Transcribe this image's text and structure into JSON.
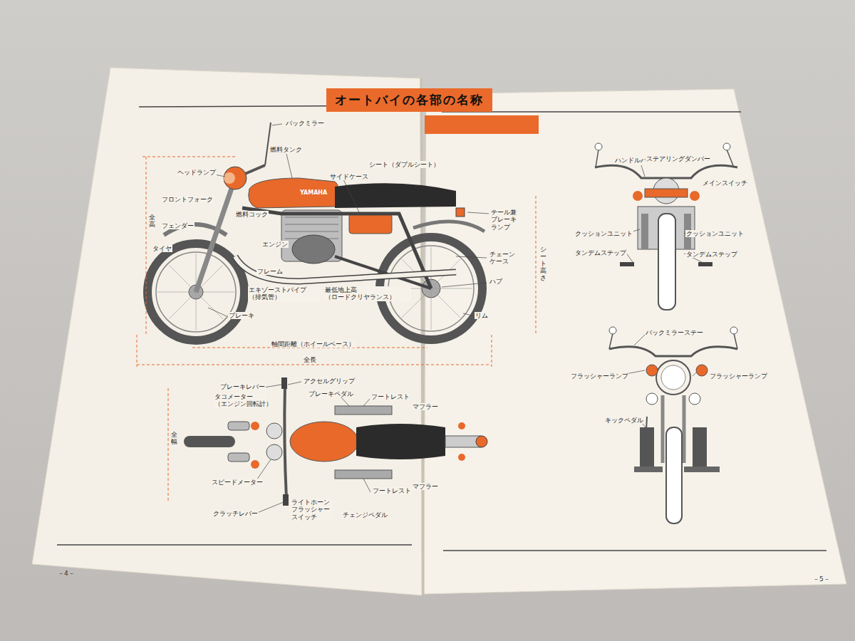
{
  "diagram": {
    "title": "オートバイの各部の名称",
    "labels": [
      "バックミラー",
      "燃料タンク",
      "ヘッドランプ",
      "サイドケース",
      "シート（ダブルシート）",
      "フロントフォーク",
      "燃料コック",
      "テール兼 ブレーキ ランプ",
      "フェンダー",
      "エンジン",
      "フレーム",
      "タイヤ",
      "チェーン ケース",
      "ハブ",
      "シート高さ",
      "全高",
      "エキゾーストパイプ （排気管）",
      "最低地上高 （ロードクリヤランス）",
      "ブレーキ",
      "リム",
      "軸間距離（ホイールベース）",
      "全長",
      "ブレーキレバー",
      "アクセルグリップ",
      "タコメーター （エンジン回転計）",
      "ブレーキペダル",
      "フートレスト",
      "マフラー",
      "全幅",
      "スピードメーター",
      "クラッチレバー",
      "ライトホーン フラッシャー スイッチ",
      "フートレスト",
      "チェンジペダル",
      "マフラー",
      "ハンドルバー",
      "ステアリングダンパー",
      "メインスイッチ",
      "クッションユニット",
      "クッションユニット",
      "タンデムステップ",
      "タンデムステップ",
      "バックミラーステー",
      "フラッシャーランプ",
      "フラッシャーランプ",
      "キックペダル",
      "YAMAHA",
      "－4－",
      "－5－"
    ]
  }
}
